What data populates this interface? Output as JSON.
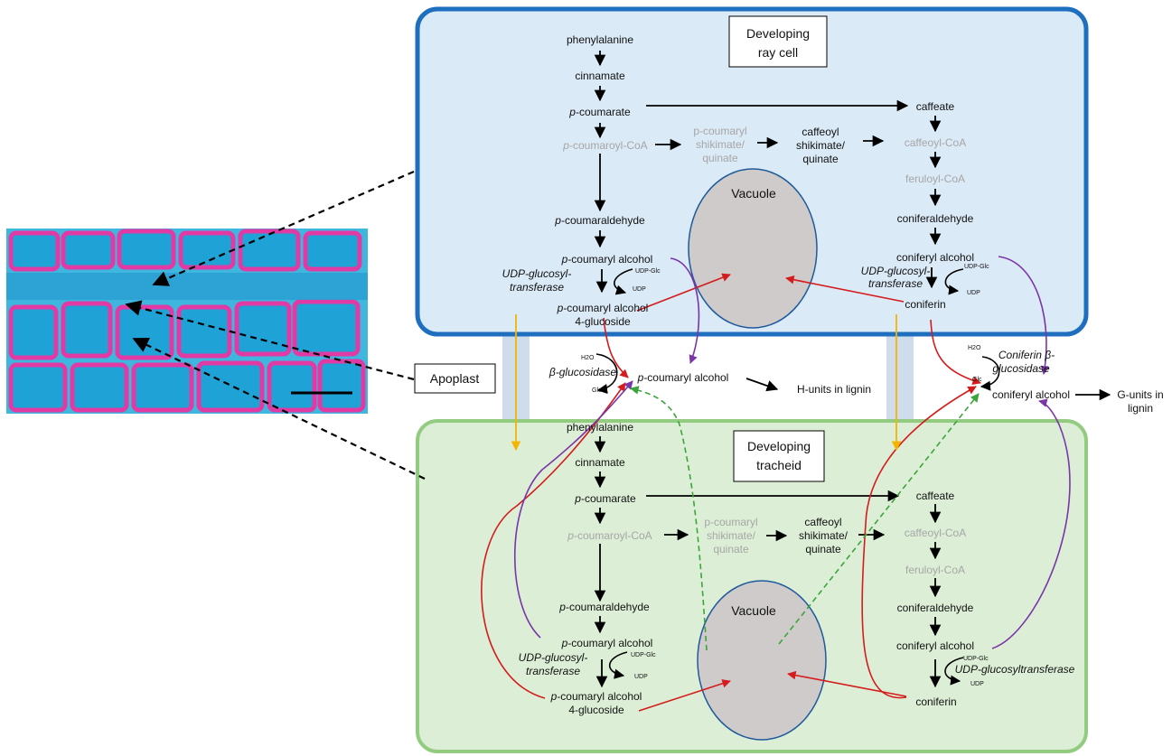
{
  "ray": {
    "title_l1": "Developing",
    "title_l2": "ray cell",
    "phe": "phenylalanine",
    "cin": "cinnamate",
    "pcou_it": "p",
    "pcou_rest": "-coumarate",
    "pcoa_it": "p",
    "pcoa_rest": "-coumaroyl-CoA",
    "pshik1": "p-coumaryl",
    "pshik2": "shikimate/",
    "pshik3": "quinate",
    "cshik1": "caffeoyl",
    "cshik2": "shikimate/",
    "cshik3": "quinate",
    "caffeate": "caffeate",
    "caffcoa": "caffeoyl-CoA",
    "fercoa": "feruloyl-CoA",
    "conald": "coniferaldehyde",
    "conalc": "coniferyl alcohol",
    "pald_it": "p",
    "pald_rest": "-coumaraldehyde",
    "palc_it": "p",
    "palc_rest": "-coumaryl alcohol",
    "ugt_l1": "UDP-glucosyl-",
    "ugt_l2": "transferase",
    "udpglc": "UDP-Glc",
    "udp": "UDP",
    "pglu_it": "p",
    "pglu_rest": "-coumaryl alcohol",
    "pglu_l2": "4-glucoside",
    "ugt2_l1": "UDP-glucosyl-",
    "ugt2_l2": "transferase",
    "udpglc2": "UDP-Glc",
    "udp2": "UDP",
    "coniferin": "coniferin",
    "vacuole": "Vacuole"
  },
  "apo": {
    "label": "Apoplast",
    "h2o": "H2O",
    "bglu": "β-glucosidase",
    "glc": "Glc",
    "palc_it": "p",
    "palc_rest": "-coumaryl alcohol",
    "hunits": "H-units in lignin",
    "h2o2": "H2O",
    "cbglu_l1": "Coniferin β-",
    "cbglu_l2": "glucosidase",
    "glc2": "Glc",
    "conalc": "coniferyl alcohol",
    "gunits_l1": "G-units in",
    "gunits_l2": "lignin"
  },
  "tra": {
    "title_l1": "Developing",
    "title_l2": "tracheid",
    "phe": "phenylalanine",
    "cin": "cinnamate",
    "pcou_it": "p",
    "pcou_rest": "-coumarate",
    "pcoa_it": "p",
    "pcoa_rest": "-coumaroyl-CoA",
    "pshik1": "p-coumaryl",
    "pshik2": "shikimate/",
    "pshik3": "quinate",
    "cshik1": "caffeoyl",
    "cshik2": "shikimate/",
    "cshik3": "quinate",
    "caffeate": "caffeate",
    "caffcoa": "caffeoyl-CoA",
    "fercoa": "feruloyl-CoA",
    "conald": "coniferaldehyde",
    "conalc": "coniferyl alcohol",
    "pald_it": "p",
    "pald_rest": "-coumaraldehyde",
    "palc_it": "p",
    "palc_rest": "-coumaryl alcohol",
    "ugt_l1": "UDP-glucosyl-",
    "ugt_l2": "transferase",
    "udpglc": "UDP-Glc",
    "udp": "UDP",
    "pglu_it": "p",
    "pglu_rest": "-coumaryl alcohol",
    "pglu_l2": "4-glucoside",
    "ugt2": "UDP-glucosyltransferase",
    "udpglc2": "UDP-Glc",
    "udp2": "UDP",
    "coniferin": "coniferin",
    "vacuole": "Vacuole"
  },
  "colors": {
    "ray_fill": "#dbeaf7",
    "ray_border": "#1f6fc0",
    "tra_fill": "#dcefd6",
    "tra_border": "#93cc80",
    "vacuole": "#cfcbcb",
    "red": "#d41c1c",
    "purple": "#7a35a8",
    "green": "#3aa53a",
    "yellow": "#f5b400"
  }
}
